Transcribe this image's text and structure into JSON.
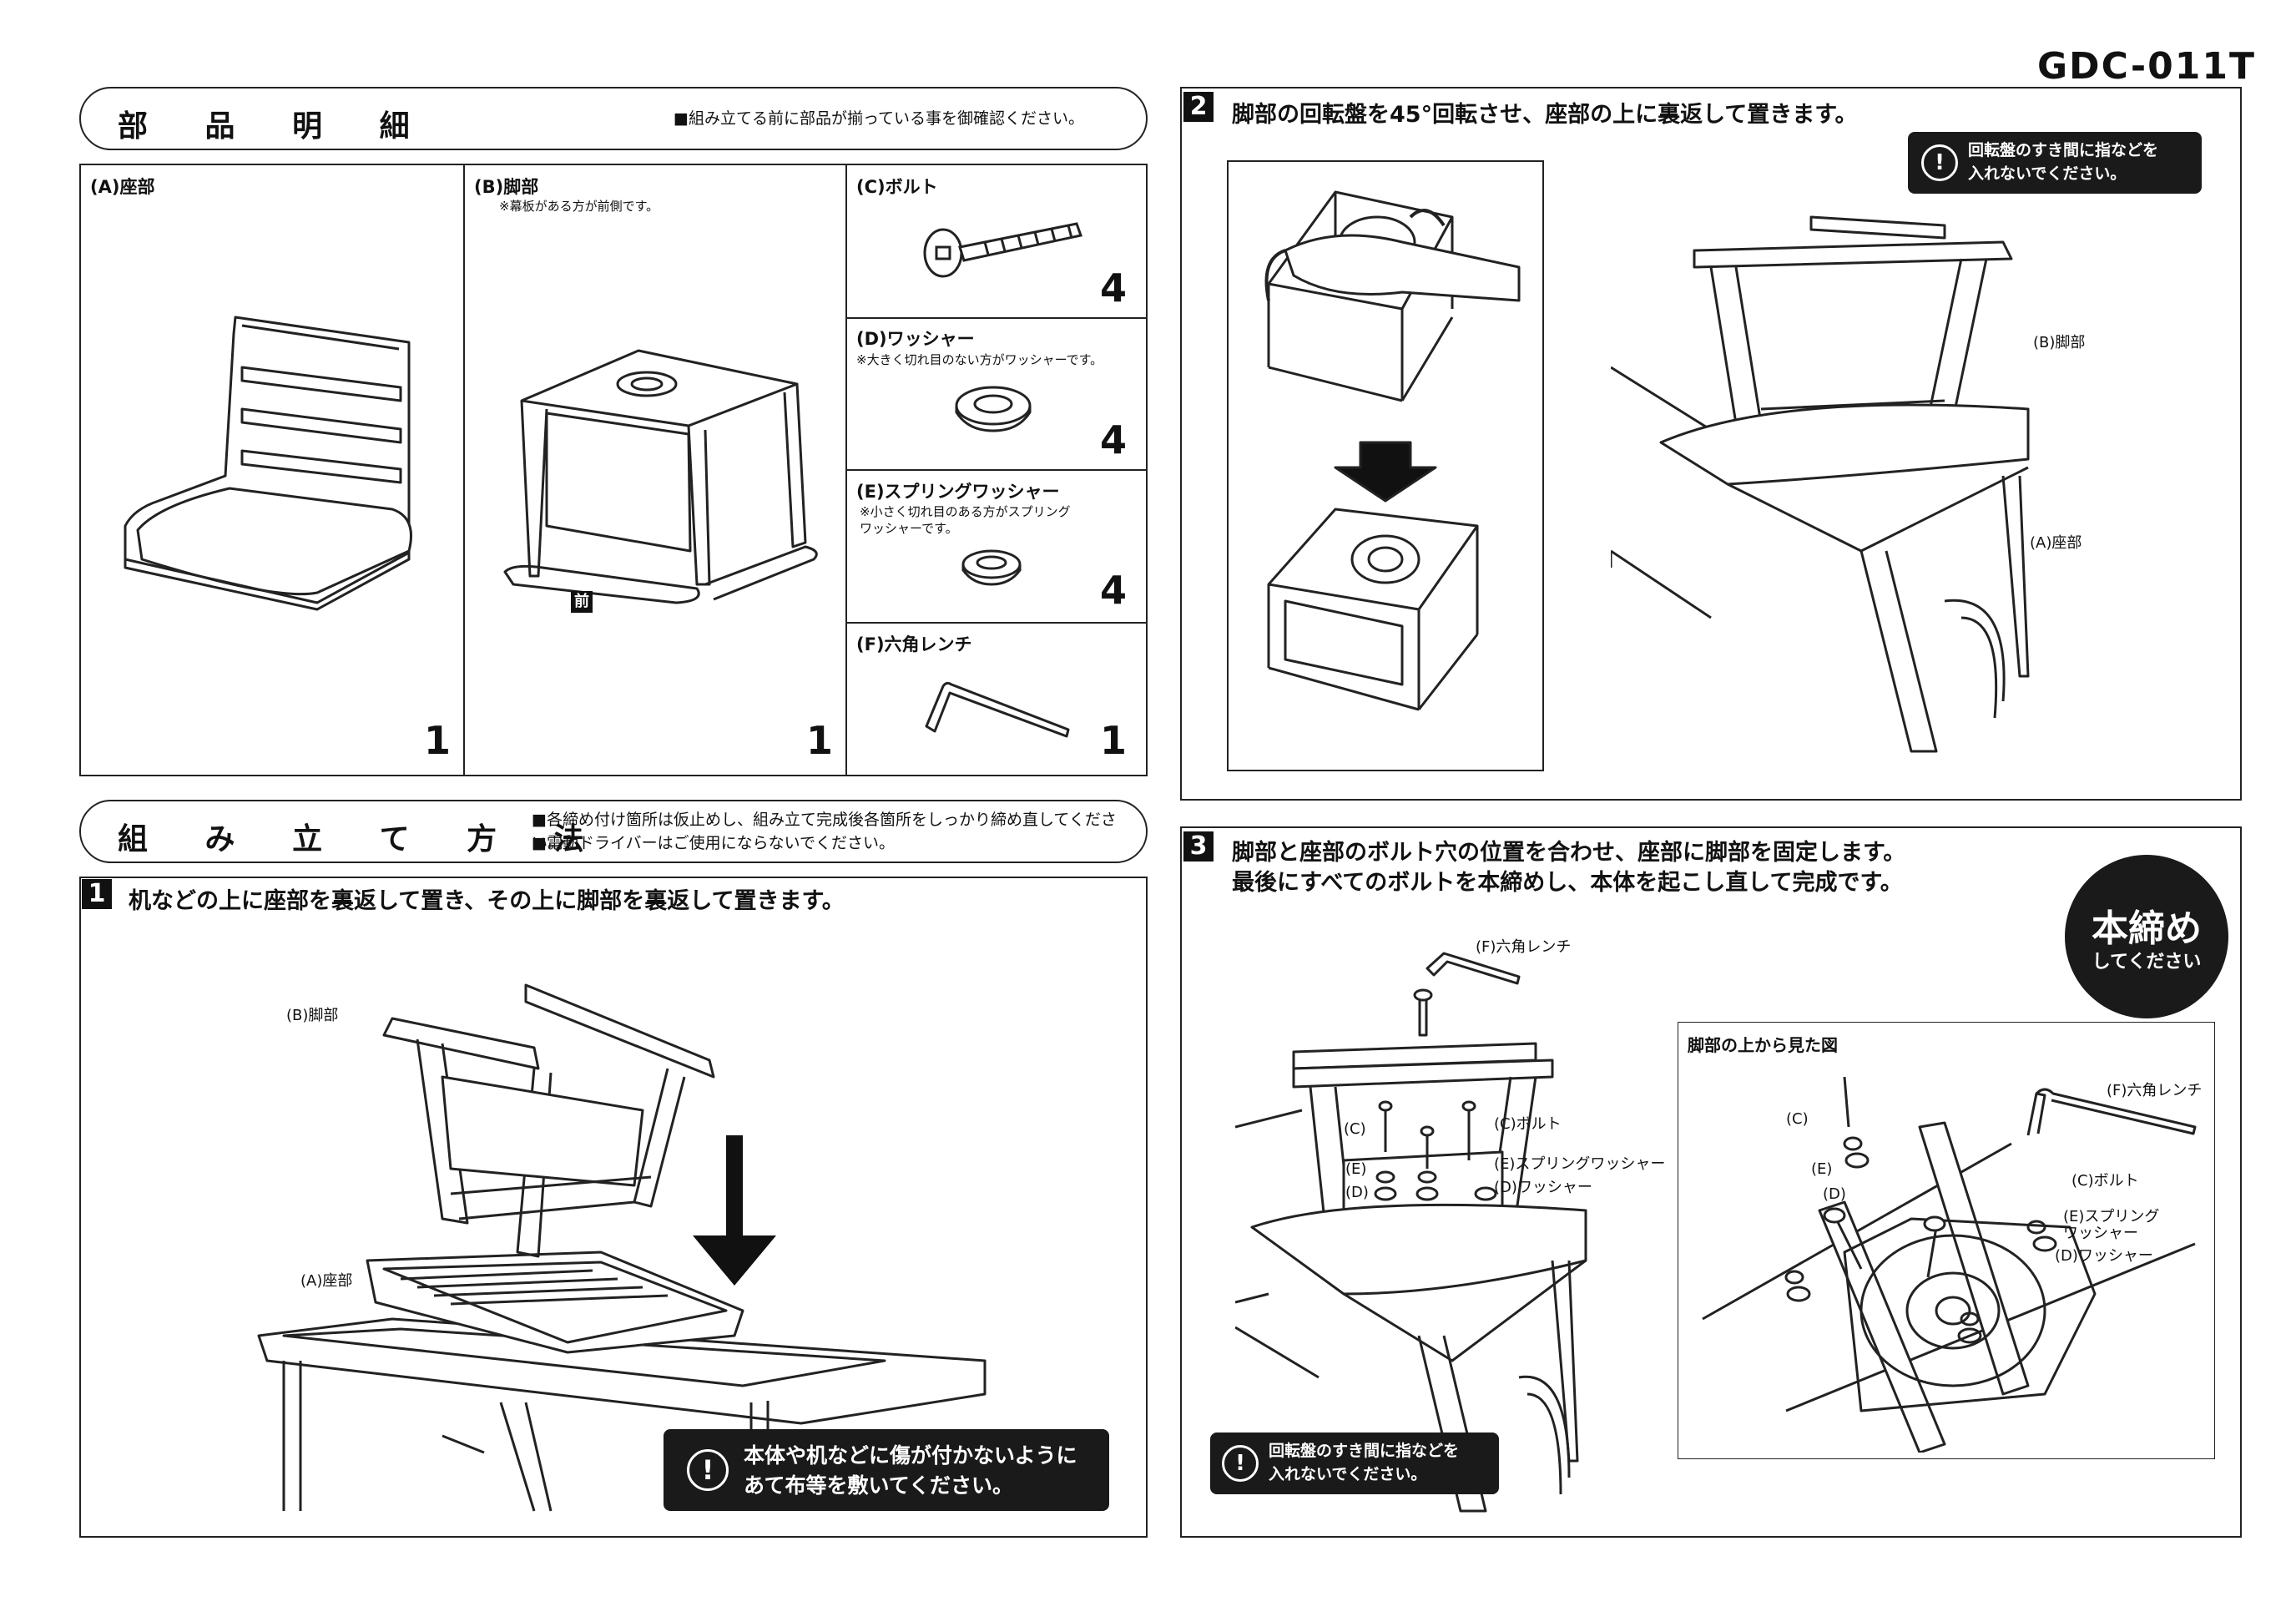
{
  "model": "GDC-011T",
  "parts": {
    "title": "部 品 明 細",
    "note": "■組み立てる前に部品が揃っている事を御確認ください。",
    "items": [
      {
        "label": "(A)座部",
        "note": "",
        "qty": "1"
      },
      {
        "label": "(B)脚部",
        "note": "※幕板がある方が前側です。",
        "qty": "1",
        "front_mark": "前"
      },
      {
        "label": "(C)ボルト",
        "note": "",
        "qty": "4"
      },
      {
        "label": "(D)ワッシャー",
        "note": "※大きく切れ目のない方がワッシャーです。",
        "qty": "4"
      },
      {
        "label": "(E)スプリングワッシャー",
        "note": "※小さく切れ目のある方がスプリング\nワッシャーです。",
        "qty": "4"
      },
      {
        "label": "(F)六角レンチ",
        "note": "",
        "qty": "1"
      }
    ]
  },
  "assembly": {
    "title": "組 み 立 て 方 法",
    "notes": [
      "■各締め付け箇所は仮止めし、組み立て完成後各箇所をしっかり締め直してください。",
      "■電動ドライバーはご使用にならないでください。"
    ]
  },
  "step1": {
    "num": "1",
    "text": "机などの上に座部を裏返して置き、その上に脚部を裏返して置きます。",
    "label_leg": "(B)脚部",
    "label_seat": "(A)座部",
    "warning": "本体や机などに傷が付かないように\nあて布等を敷いてください。"
  },
  "step2": {
    "num": "2",
    "text": "脚部の回転盤を45°回転させ、座部の上に裏返して置きます。",
    "warning": "回転盤のすき間に指などを\n入れないでください。",
    "label_leg": "(B)脚部",
    "label_seat": "(A)座部"
  },
  "step3": {
    "num": "3",
    "text_line1": "脚部と座部のボルト穴の位置を合わせ、座部に脚部を固定します。",
    "text_line2": "最後にすべてのボルトを本締めし、本体を起こし直して完成です。",
    "badge_main": "本締め",
    "badge_sub": "してください",
    "left_labels": {
      "wrench": "(F)六角レンチ",
      "c": "(C)",
      "e": "(E)",
      "d": "(D)",
      "bolt": "(C)ボルト",
      "spring": "(E)スプリングワッシャー",
      "washer": "(D)ワッシャー"
    },
    "inset_title": "脚部の上から見た図",
    "inset_labels": {
      "wrench": "(F)六角レンチ",
      "c": "(C)",
      "e": "(E)",
      "d": "(D)",
      "bolt": "(C)ボルト",
      "spring": "(E)スプリング\nワッシャー",
      "washer": "(D)ワッシャー"
    },
    "warning": "回転盤のすき間に指などを\n入れないでください。"
  }
}
